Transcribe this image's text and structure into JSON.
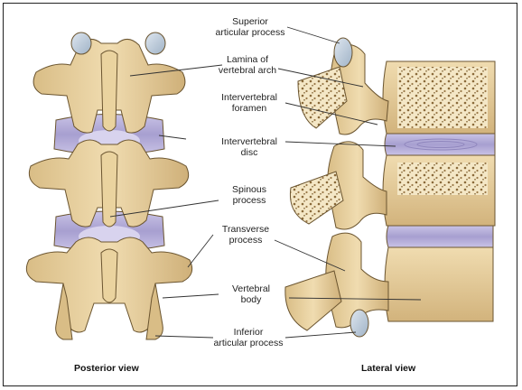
{
  "labels": {
    "superior_articular_process": [
      "Superior",
      "articular process"
    ],
    "lamina": [
      "Lamina of",
      "vertebral arch"
    ],
    "intervertebral_foramen": [
      "Intervertebral",
      "foramen"
    ],
    "intervertebral_disc": [
      "Intervertebral",
      "disc"
    ],
    "spinous_process": [
      "Spinous",
      "process"
    ],
    "transverse_process": [
      "Transverse",
      "process"
    ],
    "vertebral_body": [
      "Vertebral",
      "body"
    ],
    "inferior_articular_process": [
      "Inferior",
      "articular process"
    ]
  },
  "captions": {
    "posterior": "Posterior view",
    "lateral": "Lateral view"
  },
  "colors": {
    "bone": "#e8d2a3",
    "bone_shade": "#c9a870",
    "outline": "#6b5530",
    "disc": "#b9b3d8",
    "disc_dark": "#8f86bd",
    "cartilage": "#b8c8d8",
    "marrow": "#f3e6c8",
    "leader": "#333333"
  }
}
